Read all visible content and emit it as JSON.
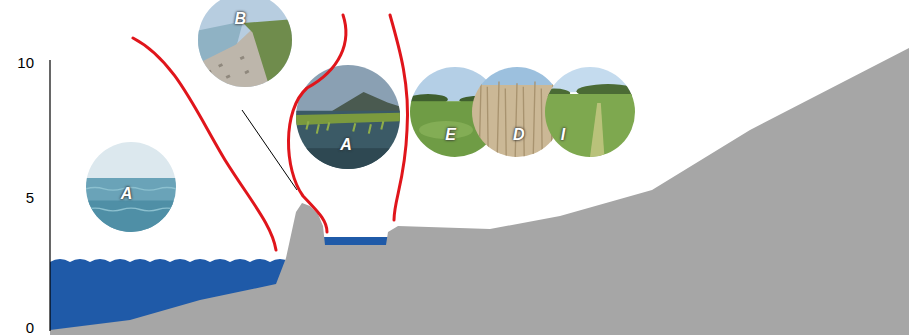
{
  "diagram": {
    "nodes": [
      {
        "text": [
          "A"
        ]
      },
      {
        "text": [
          "B"
        ]
      },
      {
        "text": [
          "A"
        ]
      },
      {
        "text": [
          "E"
        ]
      },
      {
        "text": [
          "D"
        ]
      },
      {
        "text": [
          "I"
        ]
      }
    ],
    "labels": [
      "10",
      "5",
      "0"
    ]
  }
}
